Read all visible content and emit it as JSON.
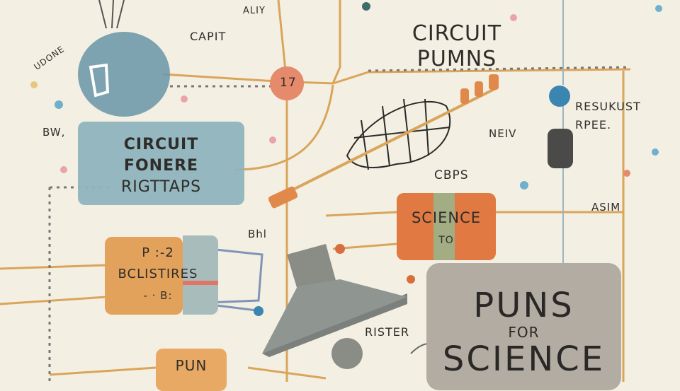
{
  "labels": {
    "aliy": "ALIY",
    "capit": "CAPIT",
    "udone": "UDONE",
    "bw": "BW,",
    "node_number": "17",
    "circuit_fonere": [
      "CIRCUIT",
      "FONERE",
      "RIGTTAPS"
    ],
    "circuit_pumns": [
      "CIRCUIT",
      "PUMNS"
    ],
    "resukust": [
      "RESUKUST",
      "RPEE."
    ],
    "neiv": "NEIV",
    "cbps": "CBPS",
    "science_box": [
      "SCIENCE",
      "TO"
    ],
    "asim": "ASIM",
    "bhl": "Bhl",
    "bclistires": [
      "P :-2",
      "BCLISTIRES",
      "- · B:"
    ],
    "rister": "RISTER",
    "pun": "PUN",
    "puns_for_science": [
      "PUNS",
      "FOR",
      "SCIENCE"
    ]
  },
  "colors": {
    "paper": "#f4efe3",
    "wire": "#d9a55a",
    "blue": "#6f9aa8",
    "orange": "#e0894a",
    "gray": "#8a8c86",
    "node": "#e58a6a"
  }
}
